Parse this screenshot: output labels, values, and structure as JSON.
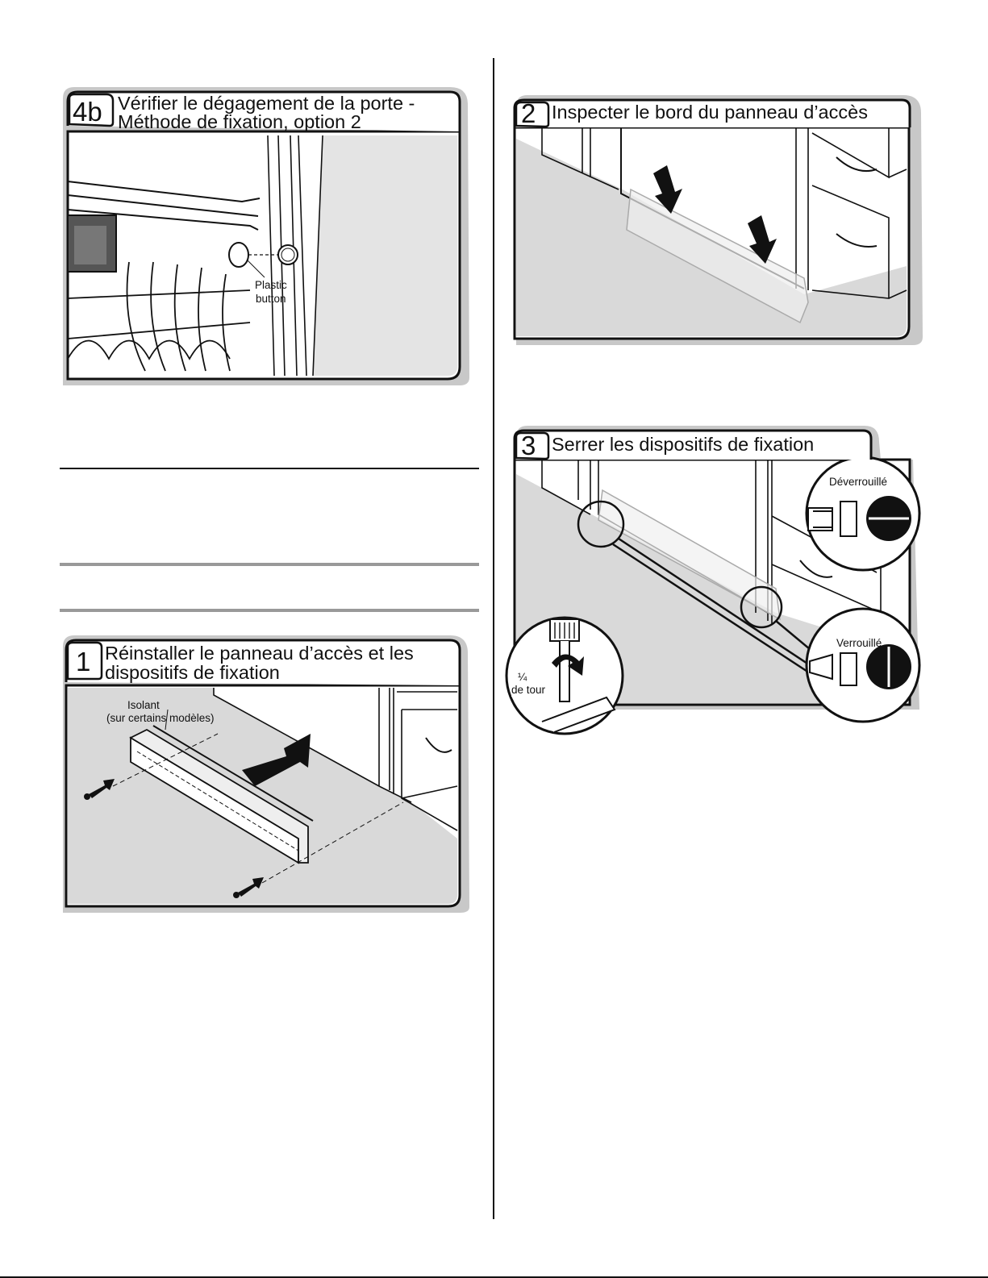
{
  "panels": {
    "p4b": {
      "number": "4b",
      "title_line1": "Vérifier le dégagement de la porte -",
      "title_line2": "Méthode de fixation, option 2",
      "callout_line1": "Plastic",
      "callout_line2": "button"
    },
    "p2": {
      "number": "2",
      "title": "Inspecter le bord du panneau d’accès"
    },
    "p3": {
      "number": "3",
      "title": "Serrer les dispositifs de fixation",
      "label_unlocked": "Déverrouillé",
      "label_locked": "Verrouillé",
      "label_quarter": "¼",
      "label_turn": "de tour"
    },
    "p1": {
      "number": "1",
      "title_line1": "Réinstaller le panneau d’accès et les",
      "title_line2": "dispositifs de fixation",
      "callout_line1": "Isolant",
      "callout_line2": "(sur certains modèles)"
    }
  },
  "colors": {
    "panel_shadow": "#c8c8c8",
    "floor": "#d9d9d9",
    "ink": "#111111",
    "rule_gray": "#999999"
  }
}
